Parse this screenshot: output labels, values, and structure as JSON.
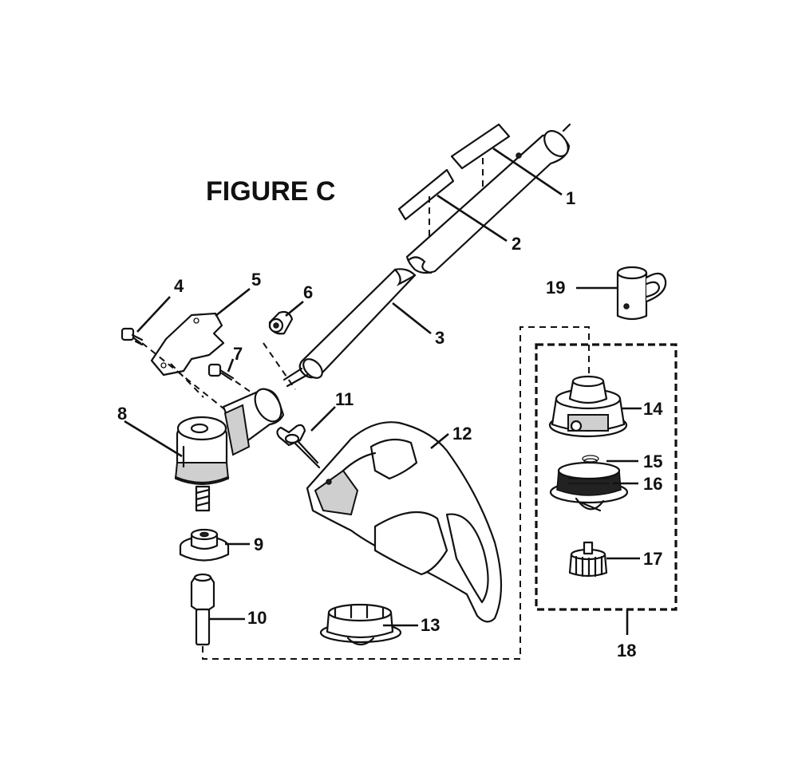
{
  "figure_title": "FIGURE C",
  "parts": [
    {
      "id": "part-1",
      "label": "1"
    },
    {
      "id": "part-2",
      "label": "2"
    },
    {
      "id": "part-3",
      "label": "3"
    },
    {
      "id": "part-4",
      "label": "4"
    },
    {
      "id": "part-5",
      "label": "5"
    },
    {
      "id": "part-6",
      "label": "6"
    },
    {
      "id": "part-7",
      "label": "7"
    },
    {
      "id": "part-8",
      "label": "8"
    },
    {
      "id": "part-9",
      "label": "9"
    },
    {
      "id": "part-10",
      "label": "10"
    },
    {
      "id": "part-11",
      "label": "11"
    },
    {
      "id": "part-12",
      "label": "12"
    },
    {
      "id": "part-13",
      "label": "13"
    },
    {
      "id": "part-14",
      "label": "14"
    },
    {
      "id": "part-15",
      "label": "15"
    },
    {
      "id": "part-16",
      "label": "16"
    },
    {
      "id": "part-17",
      "label": "17"
    },
    {
      "id": "part-18",
      "label": "18"
    },
    {
      "id": "part-19",
      "label": "19"
    }
  ]
}
